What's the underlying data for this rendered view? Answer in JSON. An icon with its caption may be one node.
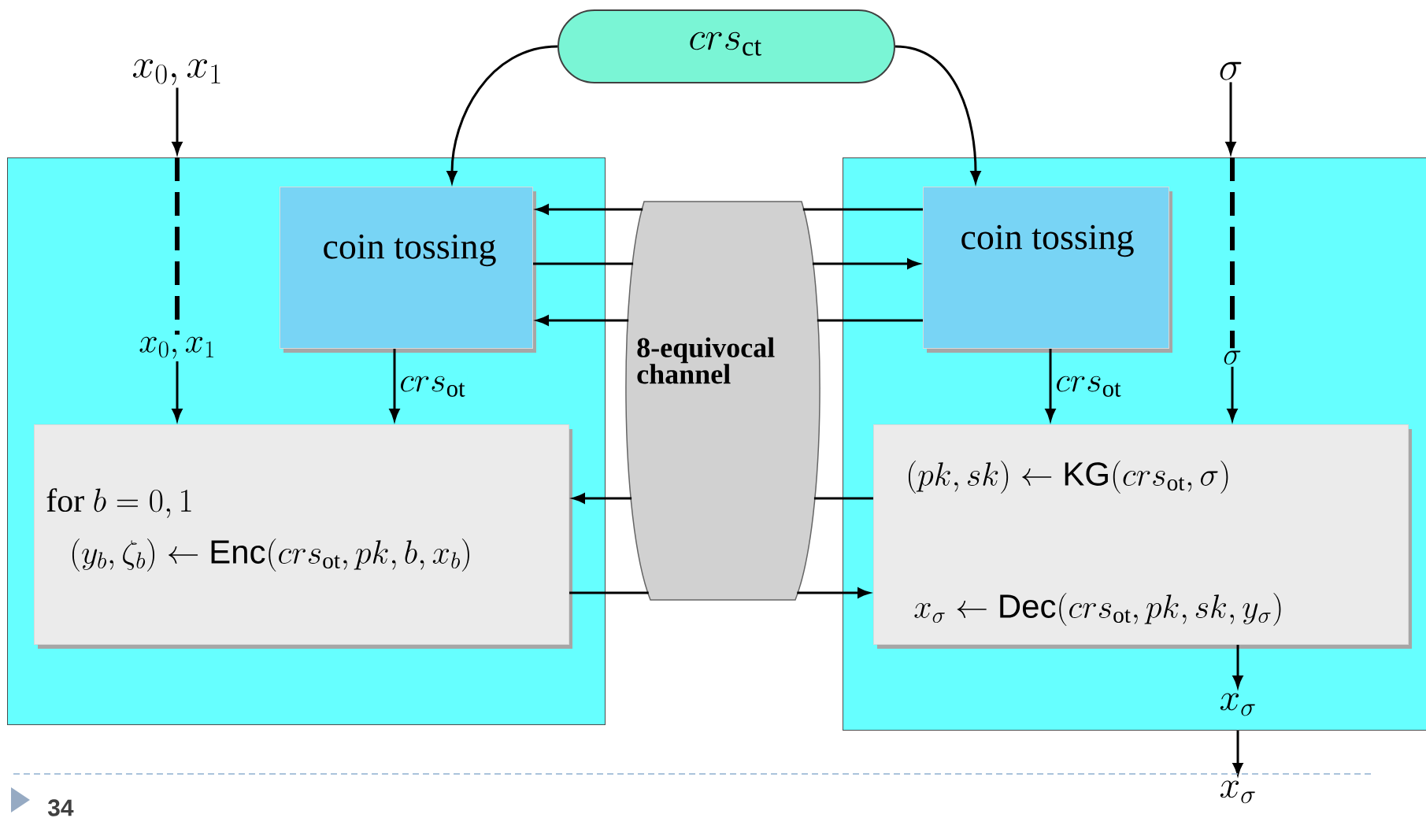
{
  "diagram": {
    "nodes": [
      {
        "text": [
          "crs_{\\mathrm{ct}}"
        ]
      },
      {
        "text": [
          "x_0,x_1"
        ]
      },
      {
        "text": [
          "\\sigma"
        ]
      },
      {
        "text": [],
        "shape": "box"
      },
      {
        "text": [
          "coin tossing"
        ],
        "in": 3
      },
      {
        "text": [
          "x_0,x_1"
        ],
        "in": 3
      },
      {
        "text": [
          "\\mbox{for }b=0,1",
          "(y_b,\\zeta_b)\\leftarrow\\mathsf{Enc}(crs_{\\mathrm{ot}},pk,b,x_b)"
        ],
        "in": 3
      },
      {
        "text": [
          "8-equivocal channel"
        ]
      },
      {
        "text": [],
        "shape": "box"
      },
      {
        "text": [
          "coin tossing"
        ],
        "in": 8
      },
      {
        "text": [
          "\\sigma"
        ],
        "in": 8
      },
      {
        "text": [
          "(pk,sk)\\leftarrow\\mathsf{KG}(crs_{\\mathrm{ot}},\\sigma)",
          "x_\\sigma\\leftarrow\\mathsf{Dec}(crs_{\\mathrm{ot}},pk,sk,y_\\sigma)"
        ],
        "in": 8
      },
      {
        "text": [
          "x_\\sigma"
        ],
        "in": 8
      },
      {
        "text": [
          "x_\\sigma"
        ]
      }
    ],
    "edges": [
      {
        "from": 0,
        "to": 4,
        "arrow": "to"
      },
      {
        "from": 0,
        "to": 9,
        "arrow": "to"
      },
      {
        "from": 1,
        "to": 3,
        "arrow": "to"
      },
      {
        "from": 3,
        "to": 5,
        "arrow": "none",
        "style": "dashed"
      },
      {
        "from": 5,
        "to": 6,
        "arrow": "to"
      },
      {
        "from": 4,
        "to": 6,
        "arrow": "to",
        "label": "crs_{\\mathrm{ot}}"
      },
      {
        "from": 7,
        "to": 4,
        "arrow": "to"
      },
      {
        "from": 4,
        "to": 7,
        "arrow": "none"
      },
      {
        "from": 7,
        "to": 4,
        "arrow": "to"
      },
      {
        "from": 7,
        "to": 6,
        "arrow": "to"
      },
      {
        "from": 6,
        "to": 7,
        "arrow": "none"
      },
      {
        "from": 2,
        "to": 8,
        "arrow": "to"
      },
      {
        "from": 8,
        "to": 10,
        "arrow": "none",
        "style": "dashed"
      },
      {
        "from": 10,
        "to": 11,
        "arrow": "to"
      },
      {
        "from": 9,
        "to": 11,
        "arrow": "to",
        "label": "crs_{\\mathrm{ot}}"
      },
      {
        "from": 11,
        "to": 12,
        "arrow": "to"
      },
      {
        "from": 8,
        "to": 13,
        "arrow": "to"
      },
      {
        "from": 9,
        "to": 7,
        "arrow": "none"
      },
      {
        "from": 7,
        "to": 9,
        "arrow": "to"
      },
      {
        "from": 9,
        "to": 7,
        "arrow": "none"
      },
      {
        "from": 11,
        "to": 7,
        "arrow": "none"
      },
      {
        "from": 7,
        "to": 11,
        "arrow": "to"
      }
    ],
    "labels": [
      "34"
    ]
  }
}
